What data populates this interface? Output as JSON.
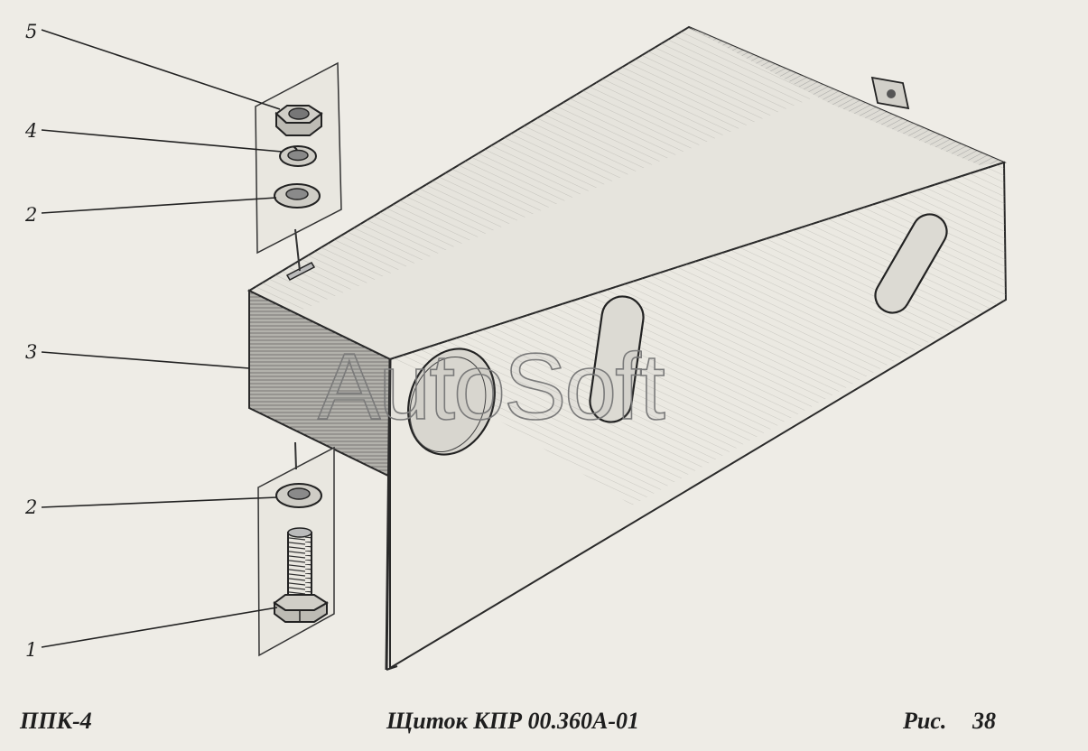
{
  "callouts": [
    {
      "number": "5",
      "part": "nut"
    },
    {
      "number": "4",
      "part": "spring washer"
    },
    {
      "number": "2",
      "part": "flat washer"
    },
    {
      "number": "3",
      "part": "bracket"
    },
    {
      "number": "2",
      "part": "flat washer"
    },
    {
      "number": "1",
      "part": "bolt"
    }
  ],
  "watermark": "AutoSoft",
  "footer": {
    "left": "ППК-4",
    "center": "Щиток КПР 00.360А-01",
    "right_label": "Рис.",
    "right_number": "38"
  },
  "colors": {
    "paper": "#eeece6",
    "ink": "#1e1e1e",
    "shading": "#8f8f8f"
  }
}
